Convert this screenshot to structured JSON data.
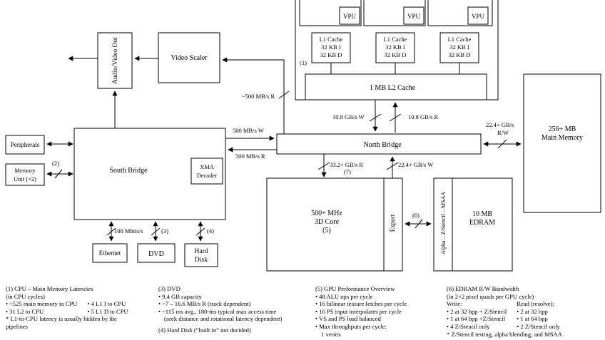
{
  "blocks": {
    "vpu_label": "VPU",
    "l1_cache": [
      "L1 Cache",
      "32 KB I",
      "32 KB D"
    ],
    "cpu_marker": "(1)",
    "l2_cache": "1 MB L2 Cache",
    "audio_video_out": "Audio/Video Out",
    "video_scaler": "Video Scaler",
    "peripherals": "Peripherals",
    "memory_unit": [
      "Memory",
      "Unit (×2)"
    ],
    "memory_unit_marker": "(2)",
    "south_bridge": "South Bridge",
    "xma_decoder": [
      "XMA",
      "Decoder"
    ],
    "north_bridge": "North Bridge",
    "main_memory": [
      "256+ MB",
      "Main Memory"
    ],
    "gpu_core": [
      "500+ MHz",
      "3D Core",
      "(5)"
    ],
    "export": "Export",
    "alpha_stencil": "Alpha – Z/Stencil – MSAA",
    "edram": [
      "10 MB",
      "EDRAM"
    ],
    "edram_marker": "(6)",
    "ethernet": "Ethernet",
    "dvd": "DVD",
    "hard_disk": [
      "Hard",
      "Disk"
    ]
  },
  "links": {
    "scaler_to_nb": "~500 MB/s R",
    "sb_nb_w": "500 MB/s W",
    "sb_nb_r": "500 MB/s R",
    "l2_w": "10.8 GB/s W",
    "l2_r": "10.8 GB/s R",
    "mem_rw": [
      "22.4+ GB/s",
      "R/W"
    ],
    "gpu_r": "33.2+ GB/s R",
    "gpu_marker": "(7)",
    "gpu_w": "22.4+ GB/s W",
    "ethernet_rate": "100 Mbits/s",
    "dvd_marker": "(3)",
    "hdd_marker": "(4)"
  },
  "notes": {
    "cpu": {
      "title": "(1) CPU – Main Memory Latencies",
      "subtitle": "(in CPU cycles)",
      "col1": [
        "• ~525 main memory to CPU",
        "• 31 L2 to CPU"
      ],
      "col2": [
        "• 4 L1 I to CPU",
        "• 5 L1 D to CPU"
      ],
      "footnote": [
        "* L1-to-CPU latency is usually hidden by the",
        "pipelines"
      ]
    },
    "dvd": {
      "title": "(3) DVD",
      "items": [
        "• 9.4 GB capacity",
        "• ~7 – 16.6 MB/s R (track dependent)",
        "• ~115 ms avg., 180-ms typical max access time",
        "(seek distance and rotational latency dependent)"
      ],
      "hdd_title": "(4) Hard Disk (“built in” not decided)"
    },
    "gpu": {
      "title": "(5) GPU Performance Overview",
      "items": [
        "• 48 ALU ops per cycle",
        "• 16 bilinear texture fetches per cycle",
        "• 16 PS input interpolates per cycle",
        "• VS and PS load balanced",
        "• Max throughputs per cycle:",
        "1 vertex"
      ]
    },
    "edram": {
      "title": "(6) EDRAM R/W Bandwidth",
      "subtitle": "(in 2×2 pixel quads per GPU cycle)",
      "write_label": "Write:",
      "read_label": "Read (resolve):",
      "write_items": [
        "• 2 at 32 bpp + Z/Stencil",
        "• 1 at 64 bpp +Z/Stencil",
        "• 4 Z/Stencil only"
      ],
      "read_items": [
        "• 2 at 32 bpp",
        "• 1 at 64 bpp",
        "• 2 Z/Stencil only"
      ],
      "footnote": "* Z/Stencil testing, alpha blending, and MSAA"
    }
  }
}
